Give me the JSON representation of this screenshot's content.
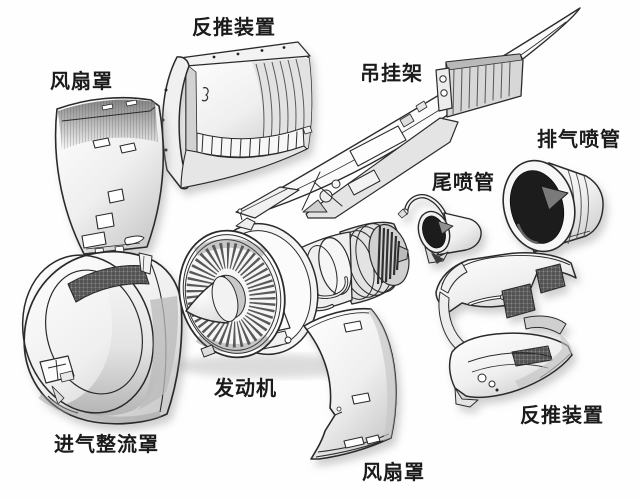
{
  "diagram": {
    "colors": {
      "ink": "#2b2b2b",
      "paper": "#ffffff",
      "shadow": "#9a9a9a",
      "dark_opening": "#1c1c1c",
      "mesh_gray": "#8a8a8a"
    },
    "labels": [
      {
        "id": "fan-cowl-upper",
        "text": "风扇罩"
      },
      {
        "id": "thrust-reverser-upper",
        "text": "反推装置"
      },
      {
        "id": "pylon",
        "text": "吊挂架"
      },
      {
        "id": "exhaust-nozzle",
        "text": "排气喷管"
      },
      {
        "id": "tail-nozzle",
        "text": "尾喷管"
      },
      {
        "id": "engine",
        "text": "发动机"
      },
      {
        "id": "inlet-cowl",
        "text": "进气整流罩"
      },
      {
        "id": "fan-cowl-lower",
        "text": "风扇罩"
      },
      {
        "id": "thrust-reverser-lower",
        "text": "反推装置"
      }
    ]
  }
}
